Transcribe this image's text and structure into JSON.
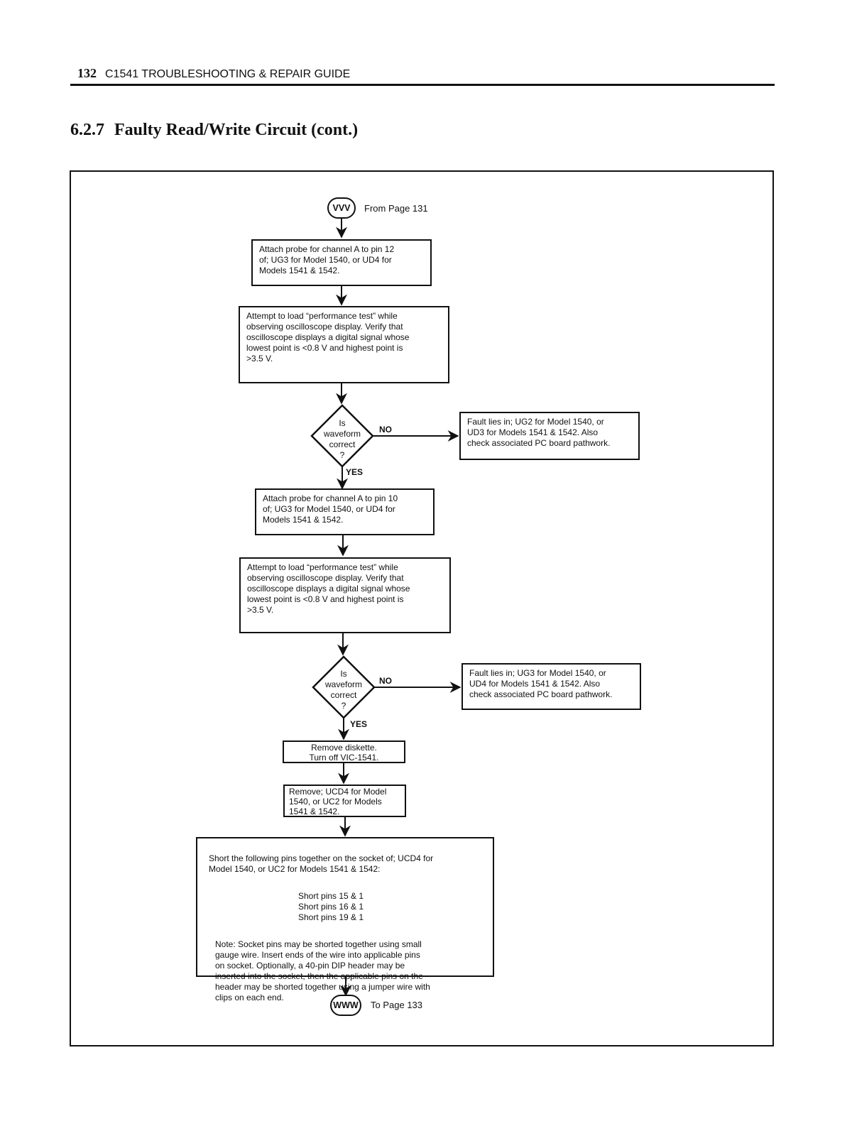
{
  "header": {
    "page_number": "132",
    "running_title": "C1541 TROUBLESHOOTING & REPAIR GUIDE"
  },
  "section": {
    "number": "6.2.7",
    "title": "Faulty Read/Write Circuit (cont.)"
  },
  "flowchart": {
    "start": {
      "label": "VVV",
      "text": "From Page 131"
    },
    "step1": "Attach probe for channel A to pin 12\nof; UG3 for Model 1540, or UD4 for\nModels 1541 & 1542.",
    "step2": "Attempt to load “performance test” while\nobserving oscilloscope display. Verify that\noscilloscope displays a digital signal whose\nlowest point is <0.8 V and highest point is\n>3.5 V.",
    "decision1": {
      "text": "Is\nwaveform\ncorrect\n?",
      "no_label": "NO",
      "yes_label": "YES"
    },
    "fault1": "Fault lies in; UG2 for Model 1540, or\nUD3 for Models 1541 & 1542. Also\ncheck associated PC board pathwork.",
    "step3": "Attach probe for channel A to pin 10\nof; UG3 for Model 1540, or UD4 for\nModels 1541 & 1542.",
    "step4": "Attempt to load “performance test” while\nobserving oscilloscope display. Verify that\noscilloscope displays a digital signal whose\nlowest point is <0.8 V and highest point is\n>3.5 V.",
    "decision2": {
      "text": "Is\nwaveform\ncorrect\n?",
      "no_label": "NO",
      "yes_label": "YES"
    },
    "fault2": "Fault lies in; UG3 for Model 1540, or\nUD4 for Models 1541 & 1542. Also\ncheck associated PC board pathwork.",
    "step5": "Remove diskette.\nTurn off VIC-1541.",
    "step6": "Remove; UCD4 for Model\n1540, or UC2 for Models\n1541 & 1542.",
    "step7": {
      "intro": "Short the following pins together on the socket of; UCD4 for\nModel 1540, or UC2 for Models 1541 & 1542:",
      "shorts": "Short pins 15 & 1\nShort pins 16 & 1\nShort pins 19 & 1",
      "note": "Note: Socket pins may be shorted together using small\ngauge wire. Insert ends of the wire into applicable pins\non socket. Optionally, a 40-pin DIP header may be\ninserted into the socket, then the applicable pins on the\nheader may be shorted together using a jumper wire with\nclips on each end."
    },
    "end": {
      "label": "WWW",
      "text": "To Page 133"
    }
  }
}
